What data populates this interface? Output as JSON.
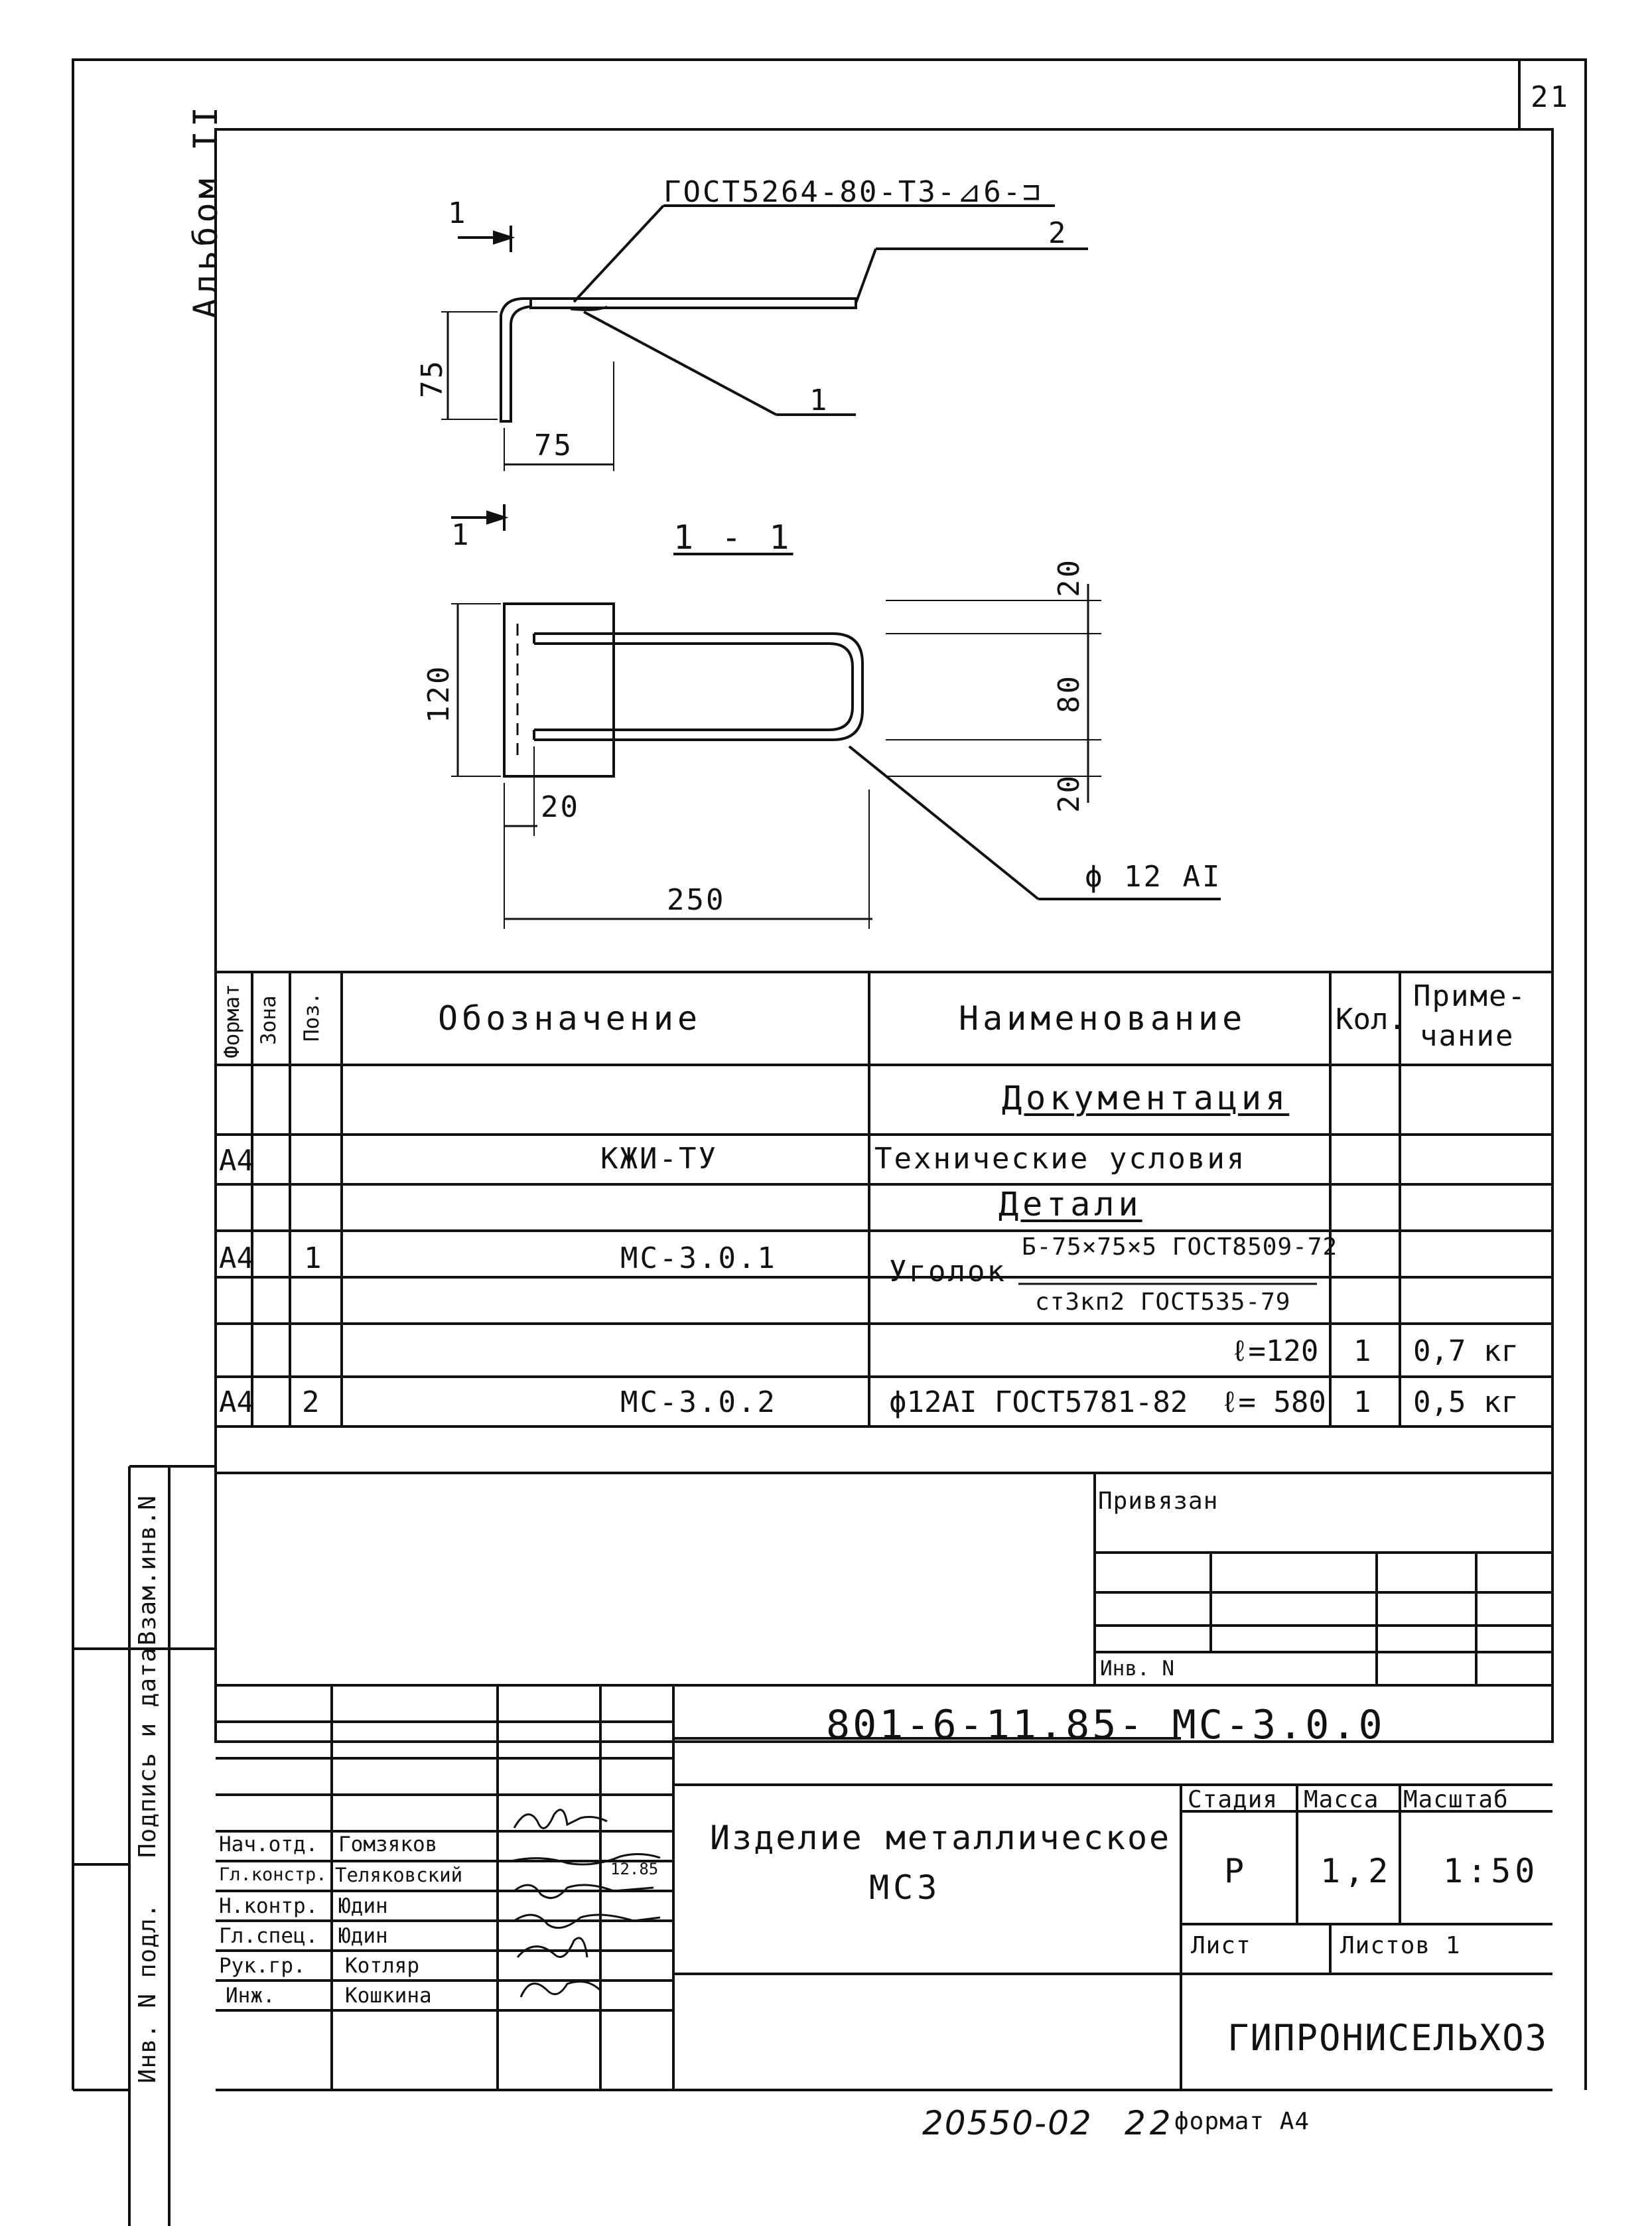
{
  "sheet": {
    "page_number": "21",
    "album": "Альбом II",
    "footer_number": "20550-02",
    "footer_page": "22",
    "footer_format": "формат А4"
  },
  "drawing": {
    "weld_note": "ГОСТ5264-80-Т3-⊿6-⊐",
    "callout_2": "2",
    "callout_1": "1",
    "section_mark": "1",
    "section_title": "1 - 1",
    "dim_leg_vertical": "75",
    "dim_leg_horizontal": "75",
    "dim_height": "120",
    "dim_offset": "20",
    "dim_length": "250",
    "dim_top": "20",
    "dim_middle": "80",
    "dim_bottom": "20",
    "bar_label": "ϕ 12 АI"
  },
  "spec_table": {
    "headers": {
      "format": "Формат",
      "zone": "Зона",
      "pos": "Поз.",
      "designation": "Обозначение",
      "name": "Наименование",
      "qty": "Кол.",
      "note_line1": "Приме-",
      "note_line2": "чание"
    },
    "section_docs": "Документация",
    "row_docs": {
      "format": "А4",
      "designation": "КЖИ-ТУ",
      "name": "Технические условия"
    },
    "section_details": "Детали",
    "row_1": {
      "format": "А4",
      "pos": "1",
      "designation": "МС-3.0.1",
      "name_prefix": "Уголок",
      "name_top": "Б-75×75×5 ГОСТ8509-72",
      "name_bottom": "ст3кп2 ГОСТ535-79",
      "length": "ℓ=120",
      "qty": "1",
      "note": "0,7 кг"
    },
    "row_2": {
      "format": "А4",
      "pos": "2",
      "designation": "МС-3.0.2",
      "name": "ϕ12АI ГОСТ5781-82",
      "length": "ℓ= 580",
      "qty": "1",
      "note": "0,5 кг"
    }
  },
  "binding_block": {
    "title": "Привязан",
    "inv_label": "Инв. N"
  },
  "side_stamp": {
    "vzam": "Взам.инв.N",
    "podpis": "Подпись и дата",
    "inv_podl": "Инв. N подл."
  },
  "title_block": {
    "code": "801-6-11.85- МС-3.0.0",
    "product_line1": "Изделие металлическое",
    "product_line2": "МС3",
    "stage_label": "Стадия",
    "mass_label": "Масса",
    "scale_label": "Масштаб",
    "stage": "Р",
    "mass": "1,2",
    "scale": "1:50",
    "sheet_label": "Лист",
    "sheets_label": "Листов 1",
    "organization": "ГИПРОНИСЕЛЬХОЗ",
    "signature_date": "12.85",
    "people": [
      {
        "role": "Нач.отд.",
        "name": "Гомзяков"
      },
      {
        "role": "Гл.констр.",
        "name": "Теляковский"
      },
      {
        "role": "Н.контр.",
        "name": "Юдин"
      },
      {
        "role": "Гл.спец.",
        "name": "Юдин"
      },
      {
        "role": "Рук.гр.",
        "name": "Котляр"
      },
      {
        "role": "Инж.",
        "name": "Кошкина"
      }
    ]
  }
}
